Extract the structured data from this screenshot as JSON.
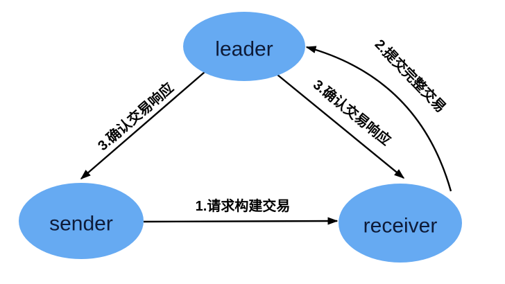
{
  "diagram": {
    "type": "flow-diagram",
    "nodes": [
      {
        "id": "leader",
        "label": "leader"
      },
      {
        "id": "sender",
        "label": "sender"
      },
      {
        "id": "receiver",
        "label": "receiver"
      }
    ],
    "edges": [
      {
        "step": "1",
        "label": "1.请求构建交易",
        "from": "sender",
        "to": "receiver",
        "style": "straight"
      },
      {
        "step": "2",
        "label": "2.提交完整交易",
        "from": "receiver",
        "to": "leader",
        "style": "curved"
      },
      {
        "step": "3",
        "label": "3.确认交易响应",
        "from": "leader",
        "to": "sender",
        "style": "straight"
      },
      {
        "step": "3",
        "label": "3.确认交易响应",
        "from": "leader",
        "to": "receiver",
        "style": "straight"
      }
    ],
    "colors": {
      "background": "#FFFFFF",
      "node_fill": "#66AAF2",
      "node_text": "#0E1B38",
      "edge": "#000000"
    }
  }
}
